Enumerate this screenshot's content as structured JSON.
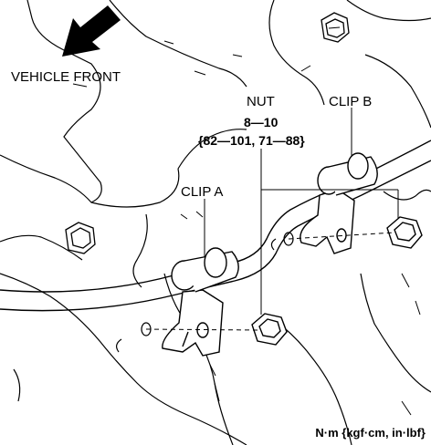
{
  "labels": {
    "vehicle_front": "VEHICLE FRONT",
    "nut": "NUT",
    "torque_nm": "8—10",
    "torque_other": "{82—101, 71—88}",
    "clip_b": "CLIP B",
    "clip_a": "CLIP A",
    "units": "N·m {kgf·cm, in·lbf}"
  },
  "icons": {
    "direction": "arrow-icon",
    "fasteners": "hex-bolt-icon"
  }
}
